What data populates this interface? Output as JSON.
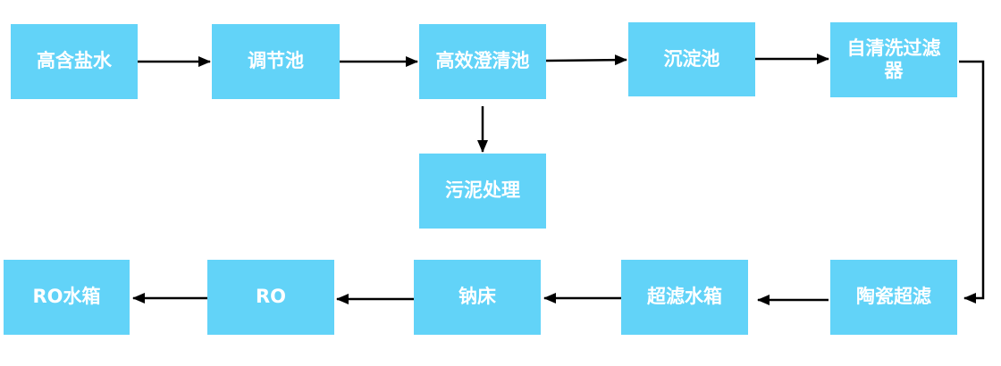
{
  "nodes": {
    "high_salinity_water": "高含盐水",
    "regulating_tank": "调节池",
    "high_efficiency_clarifier": "高效澄清池",
    "sedimentation_tank": "沉淀池",
    "self_cleaning_filter": "自清洗过滤器",
    "sludge_treatment": "污泥处理",
    "ceramic_ultrafiltration": "陶瓷超滤",
    "ultrafiltration_tank": "超滤水箱",
    "sodium_bed": "钠床",
    "ro": "RO",
    "ro_tank": "RO水箱"
  },
  "colors": {
    "box_fill": "#62d3f8",
    "box_text": "#ffffff",
    "arrow": "#000000"
  }
}
